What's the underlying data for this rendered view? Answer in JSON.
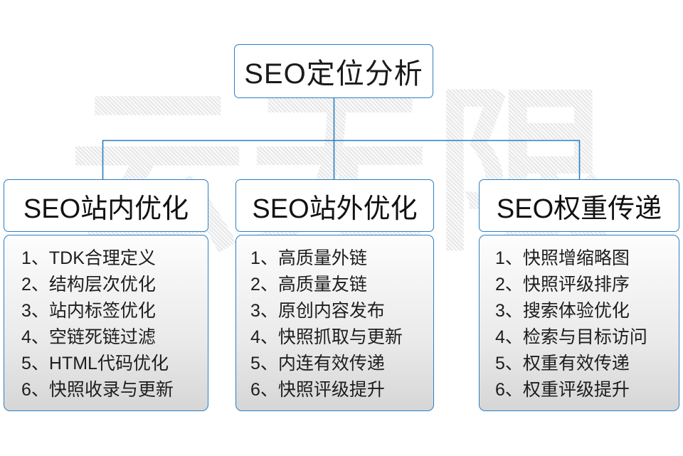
{
  "diagram": {
    "title": "SEO定位分析",
    "accent_color": "#2a7fc4",
    "text_color": "#1a1a1a",
    "watermark": "云无限",
    "columns": [
      {
        "header": "SEO站内优化",
        "items": [
          {
            "num": "1、",
            "text": "TDK合理定义"
          },
          {
            "num": "2、",
            "text": "结构层次优化"
          },
          {
            "num": "3、",
            "text": "站内标签优化"
          },
          {
            "num": "4、",
            "text": "空链死链过滤"
          },
          {
            "num": "5、",
            "text": "HTML代码优化"
          },
          {
            "num": "6、",
            "text": "快照收录与更新"
          }
        ]
      },
      {
        "header": "SEO站外优化",
        "items": [
          {
            "num": "1、",
            "text": "高质量外链"
          },
          {
            "num": "2、",
            "text": "高质量友链"
          },
          {
            "num": "3、",
            "text": "原创内容发布"
          },
          {
            "num": "4、",
            "text": "快照抓取与更新"
          },
          {
            "num": "5、",
            "text": "内连有效传递"
          },
          {
            "num": "6、",
            "text": "快照评级提升"
          }
        ]
      },
      {
        "header": "SEO权重传递",
        "items": [
          {
            "num": "1、",
            "text": "快照增缩略图"
          },
          {
            "num": "2、",
            "text": "快照评级排序"
          },
          {
            "num": "3、",
            "text": "搜索体验优化"
          },
          {
            "num": "4、",
            "text": "检索与目标访问"
          },
          {
            "num": "5、",
            "text": "权重有效传递"
          },
          {
            "num": "6、",
            "text": "权重评级提升"
          }
        ]
      }
    ]
  }
}
